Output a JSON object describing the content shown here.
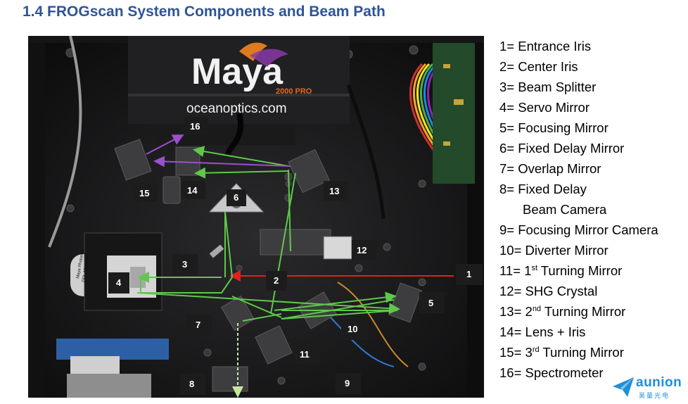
{
  "title": "1.4 FROGscan System Components and Beam Path",
  "photo": {
    "camera_brand": "Maya",
    "camera_model": "2000 PRO",
    "camera_url": "oceanoptics.com",
    "plate_text_1": "Maya Photonics",
    "plate_text_2": "DDL 150270C",
    "beam_colors": {
      "input": "#e02020",
      "beam": "#5fc84a",
      "pump": "#9b4fd0",
      "accent": "#c8e6a0"
    },
    "callouts": [
      "1",
      "2",
      "3",
      "4",
      "5",
      "6",
      "7",
      "8",
      "9",
      "10",
      "11",
      "12",
      "13",
      "14",
      "15",
      "16"
    ]
  },
  "legend": [
    {
      "num": "1= ",
      "label": "Entrance Iris"
    },
    {
      "num": "2= ",
      "label": "Center Iris"
    },
    {
      "num": "3= ",
      "label": "Beam Splitter"
    },
    {
      "num": "4= ",
      "label": "Servo Mirror"
    },
    {
      "num": "5= ",
      "label": "Focusing Mirror"
    },
    {
      "num": "6= ",
      "label": "Fixed Delay Mirror"
    },
    {
      "num": "7= ",
      "label": "Overlap Mirror"
    },
    {
      "num": "8= ",
      "label": "Fixed Delay"
    },
    {
      "num": "",
      "label": "Beam Camera"
    },
    {
      "num": "9= ",
      "label": "Focusing Mirror Camera"
    },
    {
      "num": "10= ",
      "label": "Diverter Mirror"
    },
    {
      "num": "11= 1",
      "sup": "st",
      "label": " Turning Mirror"
    },
    {
      "num": "12= ",
      "label": "SHG Crystal"
    },
    {
      "num": "13= 2",
      "sup": "nd",
      "label": " Turning Mirror"
    },
    {
      "num": "14= ",
      "label": "Lens + Iris"
    },
    {
      "num": "15= 3",
      "sup": "rd",
      "label": " Turning Mirror"
    },
    {
      "num": "16= ",
      "label": "Spectrometer"
    }
  ],
  "brand": {
    "name": "aunion",
    "sub": "昊量光电",
    "icon": "paper-plane-logo"
  }
}
